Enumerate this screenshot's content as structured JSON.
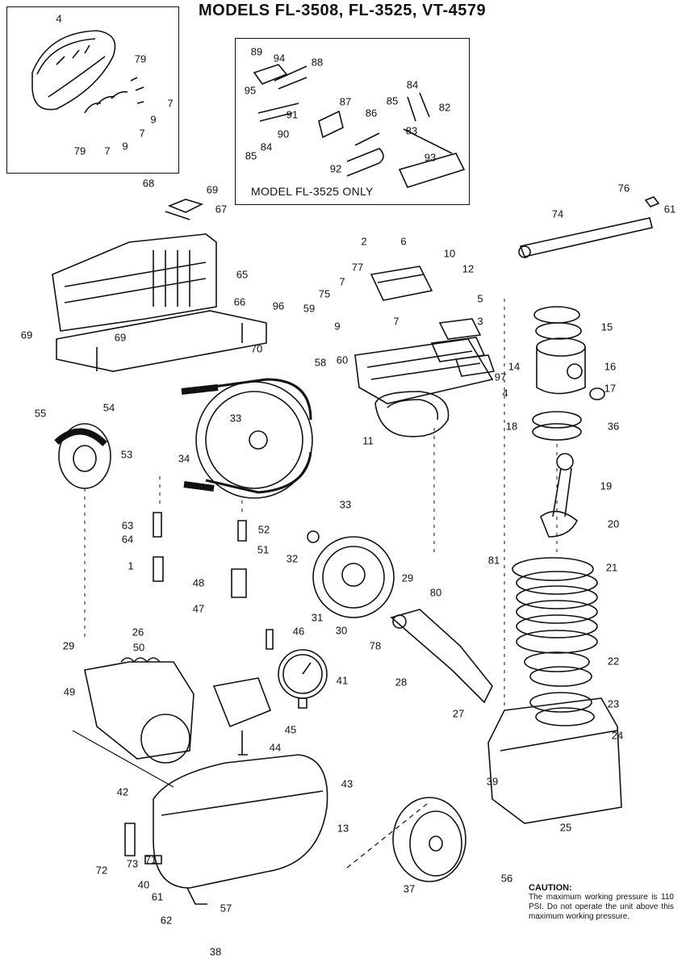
{
  "title": "MODELS FL-3508, FL-3525, VT-4579",
  "inset_caption": "MODEL FL-3525 ONLY",
  "caution": {
    "title": "CAUTION:",
    "body": "The maximum working pressure is 110 PSI. Do not operate the unit above this maximum working pressure."
  },
  "part_labels": {
    "l_4": "4",
    "l_79a": "79",
    "l_7a": "7",
    "l_9a": "9",
    "l_7b": "7",
    "l_79b": "79",
    "l_7c": "7",
    "l_9b": "9",
    "l_89": "89",
    "l_94": "94",
    "l_88": "88",
    "l_95": "95",
    "l_84a": "84",
    "l_85a": "85",
    "l_82": "82",
    "l_87": "87",
    "l_86": "86",
    "l_91": "91",
    "l_83": "83",
    "l_90": "90",
    "l_85b": "85",
    "l_84b": "84",
    "l_93": "93",
    "l_92": "92",
    "l_68": "68",
    "l_69a": "69",
    "l_67": "67",
    "l_76": "76",
    "l_61a": "61",
    "l_74": "74",
    "l_65": "65",
    "l_2": "2",
    "l_6": "6",
    "l_10": "10",
    "l_77": "77",
    "l_12": "12",
    "l_7d": "7",
    "l_75": "75",
    "l_5": "5",
    "l_66": "66",
    "l_96": "96",
    "l_59": "59",
    "l_9c": "9",
    "l_7e": "7",
    "l_3": "3",
    "l_15": "15",
    "l_69b": "69",
    "l_69c": "69",
    "l_70": "70",
    "l_60": "60",
    "l_58": "58",
    "l_14": "14",
    "l_16": "16",
    "l_97": "97",
    "l_17": "17",
    "l_4b": "4",
    "l_55": "55",
    "l_54": "54",
    "l_33a": "33",
    "l_11": "11",
    "l_18": "18",
    "l_36": "36",
    "l_53": "53",
    "l_34": "34",
    "l_19": "19",
    "l_63": "63",
    "l_64": "64",
    "l_52": "52",
    "l_51": "51",
    "l_33b": "33",
    "l_20": "20",
    "l_32": "32",
    "l_29a": "29",
    "l_81": "81",
    "l_21": "21",
    "l_1": "1",
    "l_48": "48",
    "l_80": "80",
    "l_47": "47",
    "l_31": "31",
    "l_30": "30",
    "l_26": "26",
    "l_46": "46",
    "l_78": "78",
    "l_29b": "29",
    "l_50": "50",
    "l_22": "22",
    "l_41": "41",
    "l_49": "49",
    "l_28": "28",
    "l_23": "23",
    "l_27": "27",
    "l_45": "45",
    "l_24": "24",
    "l_44": "44",
    "l_39": "39",
    "l_42": "42",
    "l_43": "43",
    "l_25": "25",
    "l_13": "13",
    "l_72a": "72",
    "l_73": "73",
    "l_71": "71",
    "l_56": "56",
    "l_40": "40",
    "l_37": "37",
    "l_61b": "61",
    "l_57": "57",
    "l_62": "62",
    "l_38": "38"
  }
}
